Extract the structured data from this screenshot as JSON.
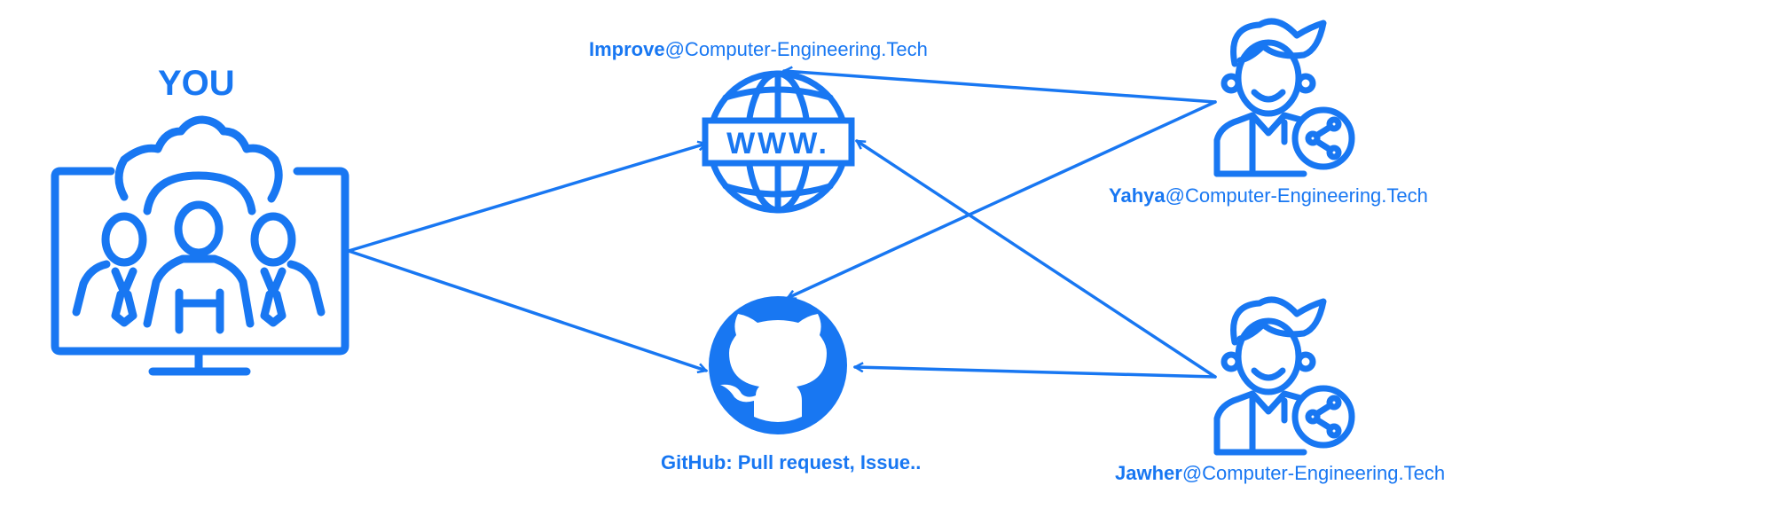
{
  "accent_color": "#1877f2",
  "you_label": "YOU",
  "website": {
    "name_bold": "Improve",
    "domain": "@Computer-Engineering.Tech",
    "banner_text": "WWW."
  },
  "github": {
    "caption": "GitHub: Pull request, Issue.."
  },
  "contributors": [
    {
      "name_bold": "Yahya",
      "domain": "@Computer-Engineering.Tech"
    },
    {
      "name_bold": "Jawher",
      "domain": "@Computer-Engineering.Tech"
    }
  ],
  "icons": [
    "team-monitor-icon",
    "globe-www-icon",
    "github-icon",
    "user-share-icon"
  ]
}
